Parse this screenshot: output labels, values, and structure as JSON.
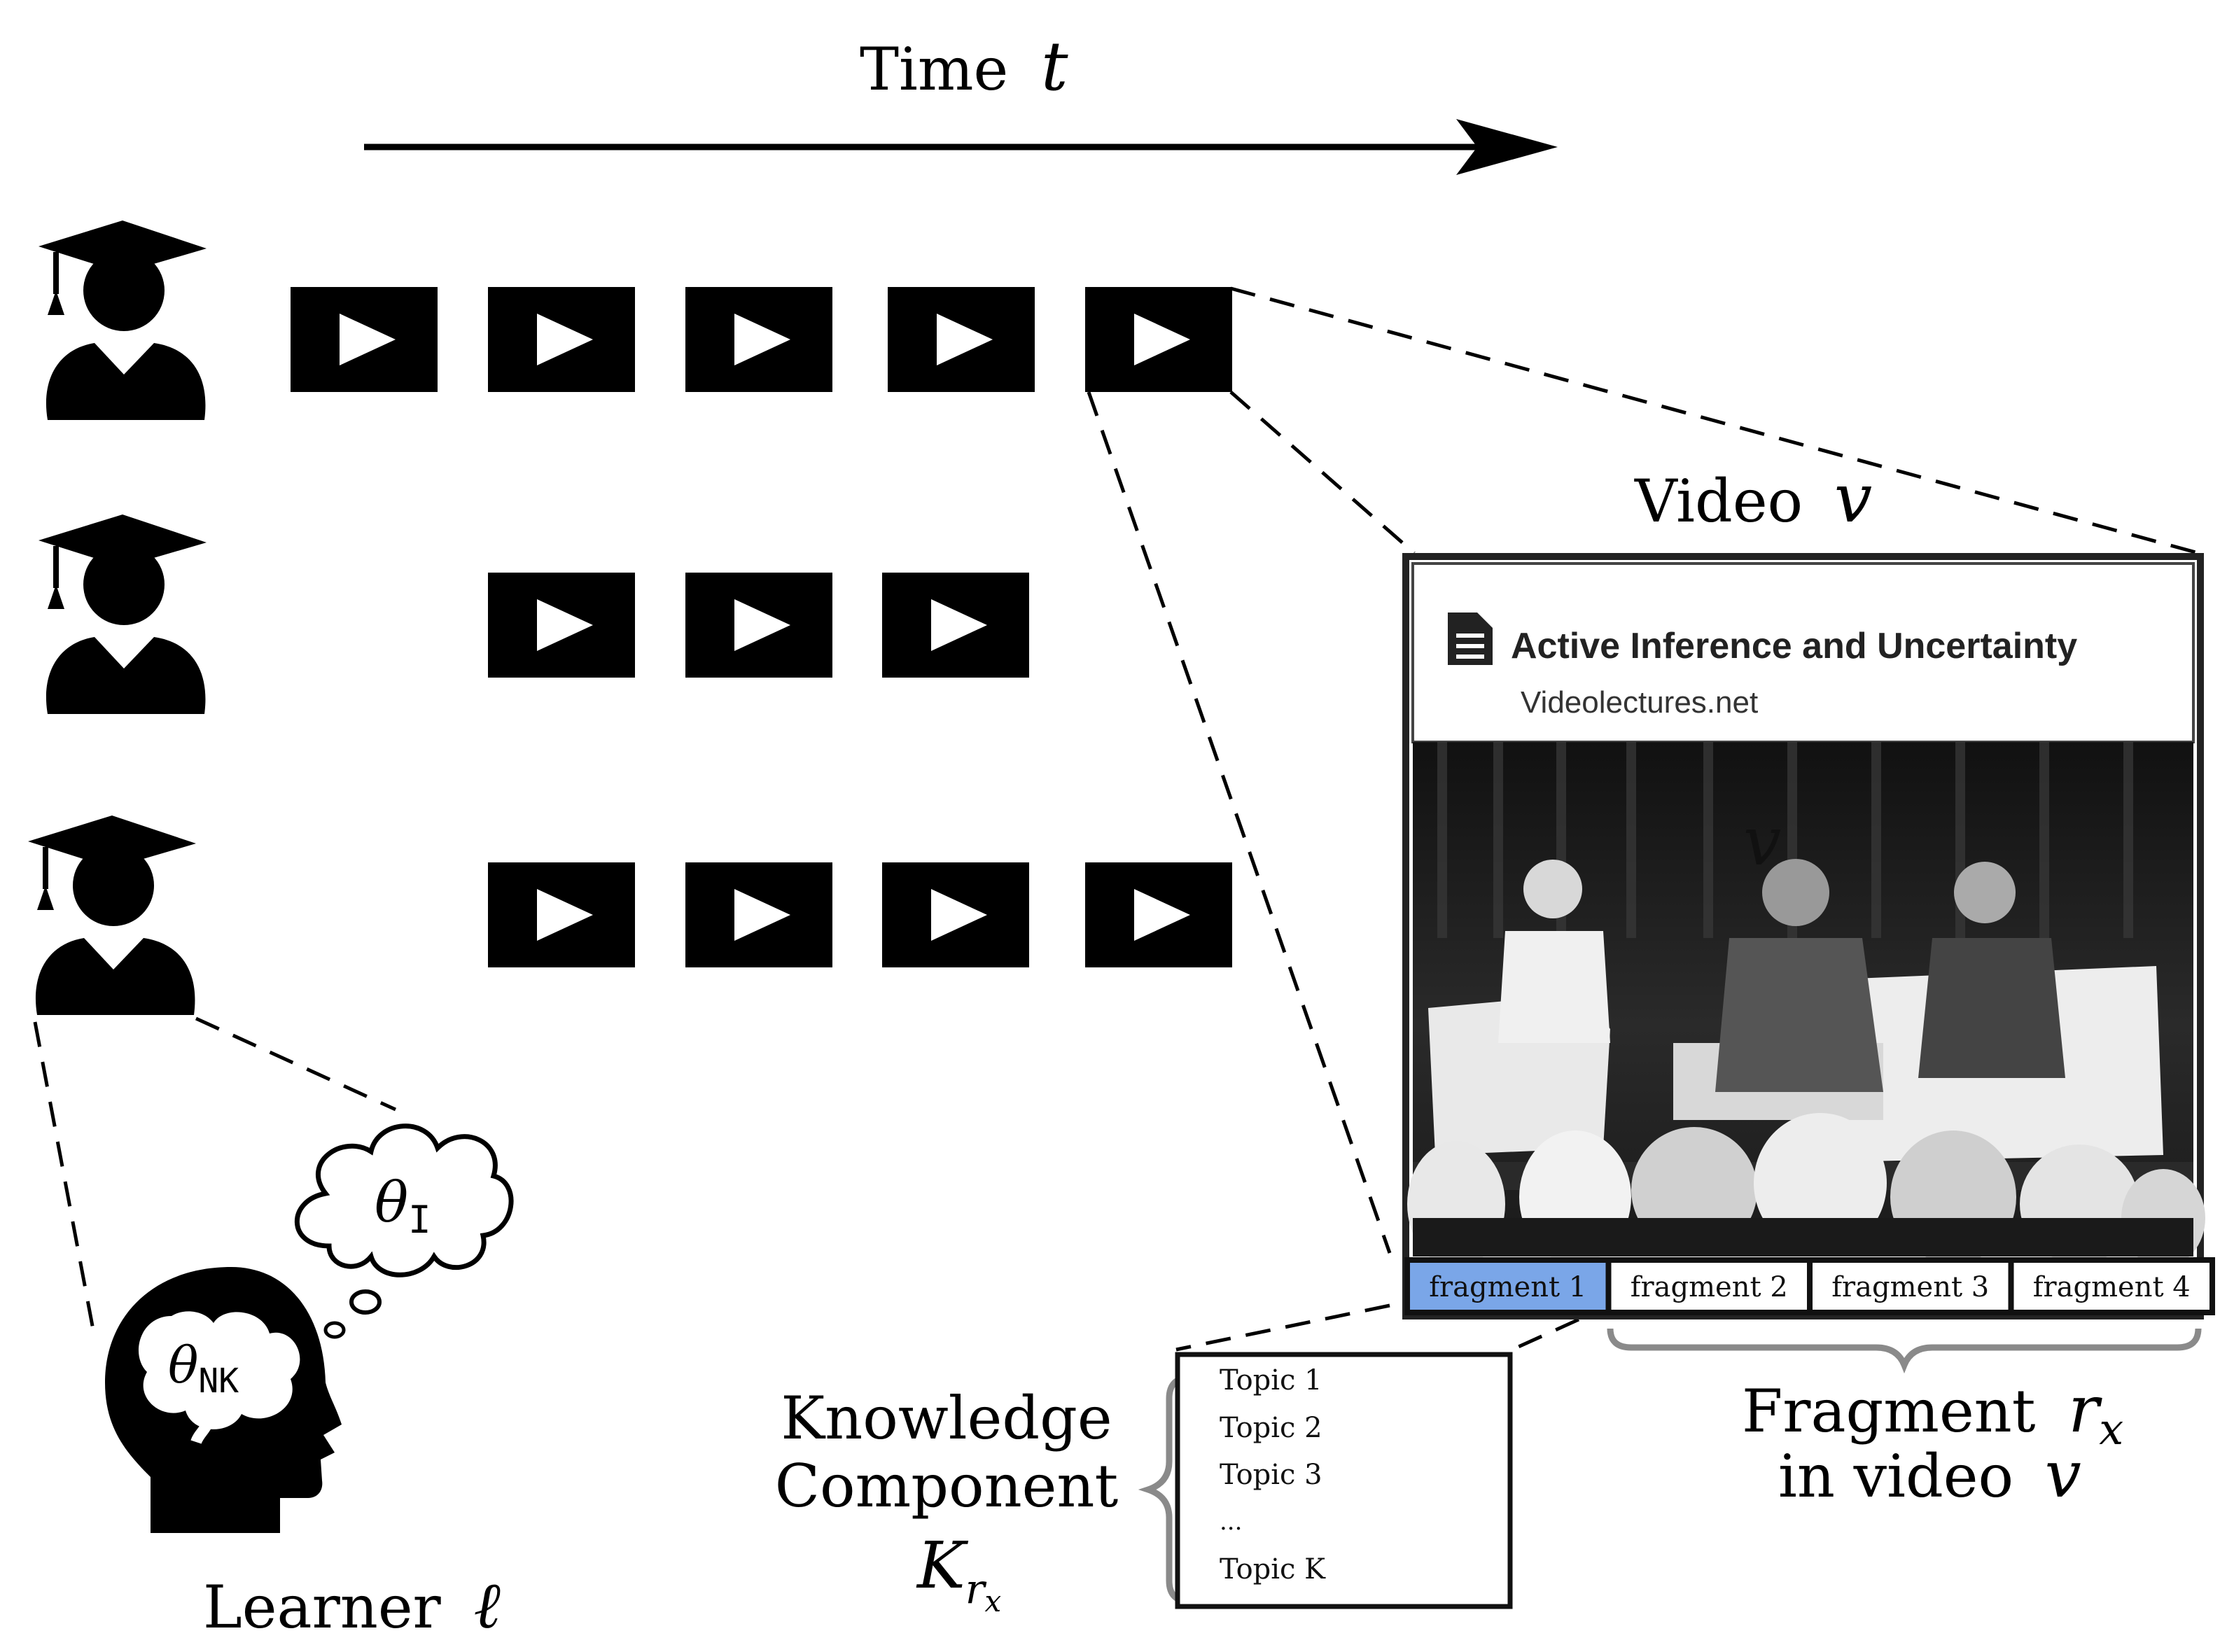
{
  "diagram": {
    "time_axis": {
      "label": "Time",
      "symbol": "t"
    },
    "learner": {
      "label": "Learner",
      "symbol": "ℓ"
    },
    "thoughts": {
      "interest": "θ",
      "interest_sub": "I",
      "knowledge": "θ",
      "knowledge_sub": "NK"
    },
    "learner_rows": [
      {
        "videos": 5
      },
      {
        "videos": 3
      },
      {
        "videos": 4
      }
    ],
    "video": {
      "label": "Video",
      "symbol": "v",
      "overlay_symbol": "v",
      "title": "Active Inference and Uncertainty",
      "source": "Videolectures.net",
      "fragments": [
        "fragment 1",
        "fragment 2",
        "fragment 3",
        "fragment 4"
      ],
      "active_fragment_color": "#7aa6e8"
    },
    "knowledge_component": {
      "line1": "Knowledge",
      "line2": "Component",
      "symbol": "K",
      "symbol_sub": "r",
      "symbol_subsub": "x",
      "topics": [
        "Topic 1",
        "Topic 2",
        "Topic 3",
        "...",
        "Topic K"
      ]
    },
    "fragment_label": {
      "line1": "Fragment",
      "line1_symbol": "r",
      "line1_sub": "x",
      "line2": "in video",
      "line2_symbol": "v"
    }
  }
}
